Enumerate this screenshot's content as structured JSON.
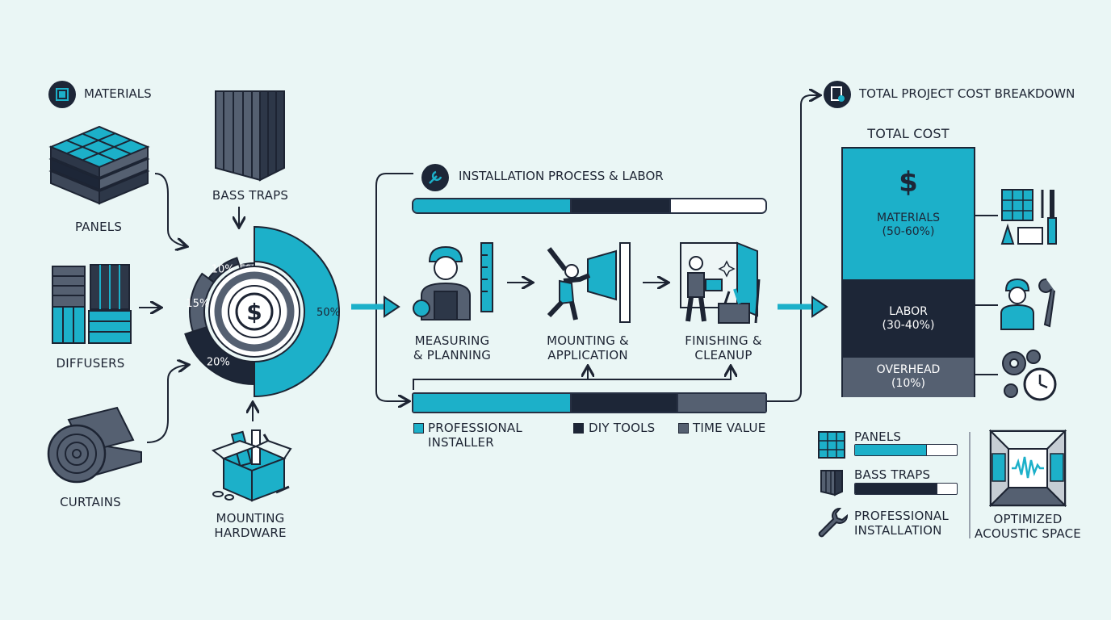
{
  "materials": {
    "header": "MATERIALS",
    "items": [
      {
        "label": "PANELS"
      },
      {
        "label": "DIFFUSERS"
      },
      {
        "label": "CURTAINS"
      },
      {
        "label": "BASS TRAPS"
      },
      {
        "label": "MOUNTING\nHARDWARE"
      }
    ]
  },
  "donut": {
    "center_icon": "dollar-icon",
    "slices": [
      {
        "label": "50%",
        "value": 50,
        "color": "#1cb0c9"
      },
      {
        "label": "20%",
        "value": 20,
        "color": "#1d2637"
      },
      {
        "label": "15%",
        "value": 15,
        "color": "#556071"
      },
      {
        "label": "10%",
        "value": 10,
        "color": "#2d3748"
      },
      {
        "label": "5%",
        "value": 5,
        "color": "#7a8594"
      }
    ]
  },
  "installation": {
    "header": "INSTALLATION PROCESS & LABOR",
    "top_bar": [
      {
        "value": 0.45,
        "color": "#1cb0c9"
      },
      {
        "value": 0.28,
        "color": "#1d2637"
      },
      {
        "value": 0.27,
        "color": "#ffffff"
      }
    ],
    "steps": [
      {
        "label": "MEASURING\n& PLANNING"
      },
      {
        "label": "MOUNTING &\nAPPLICATION"
      },
      {
        "label": "FINISHING &\nCLEANUP"
      }
    ],
    "bottom_bar": [
      {
        "value": 0.45,
        "color": "#1cb0c9"
      },
      {
        "value": 0.3,
        "color": "#1d2637"
      },
      {
        "value": 0.25,
        "color": "#556071"
      }
    ],
    "legend": [
      {
        "label": "PROFESSIONAL\nINSTALLER",
        "color": "#1cb0c9"
      },
      {
        "label": "DIY TOOLS",
        "color": "#1d2637"
      },
      {
        "label": "TIME VALUE",
        "color": "#556071"
      }
    ]
  },
  "breakdown": {
    "header": "TOTAL PROJECT COST BREAKDOWN",
    "total_title": "TOTAL COST",
    "segments": [
      {
        "label": "MATERIALS\n(50-60%)",
        "color": "#1cb0c9",
        "share": 0.53
      },
      {
        "label": "LABOR\n(30-40%)",
        "color": "#1d2637",
        "share": 0.31
      },
      {
        "label": "OVERHEAD\n(10%)",
        "color": "#556071",
        "share": 0.16
      }
    ],
    "mini_bars": [
      {
        "label": "PANELS",
        "fill": 0.7,
        "color": "#1cb0c9"
      },
      {
        "label": "BASS TRAPS",
        "fill": 0.8,
        "color": "#1d2637"
      },
      {
        "label": "PROFESSIONAL\nINSTALLATION",
        "fill": 0,
        "color": "#1cb0c9"
      }
    ],
    "result_label": "OPTIMIZED\nACOUSTIC SPACE"
  }
}
